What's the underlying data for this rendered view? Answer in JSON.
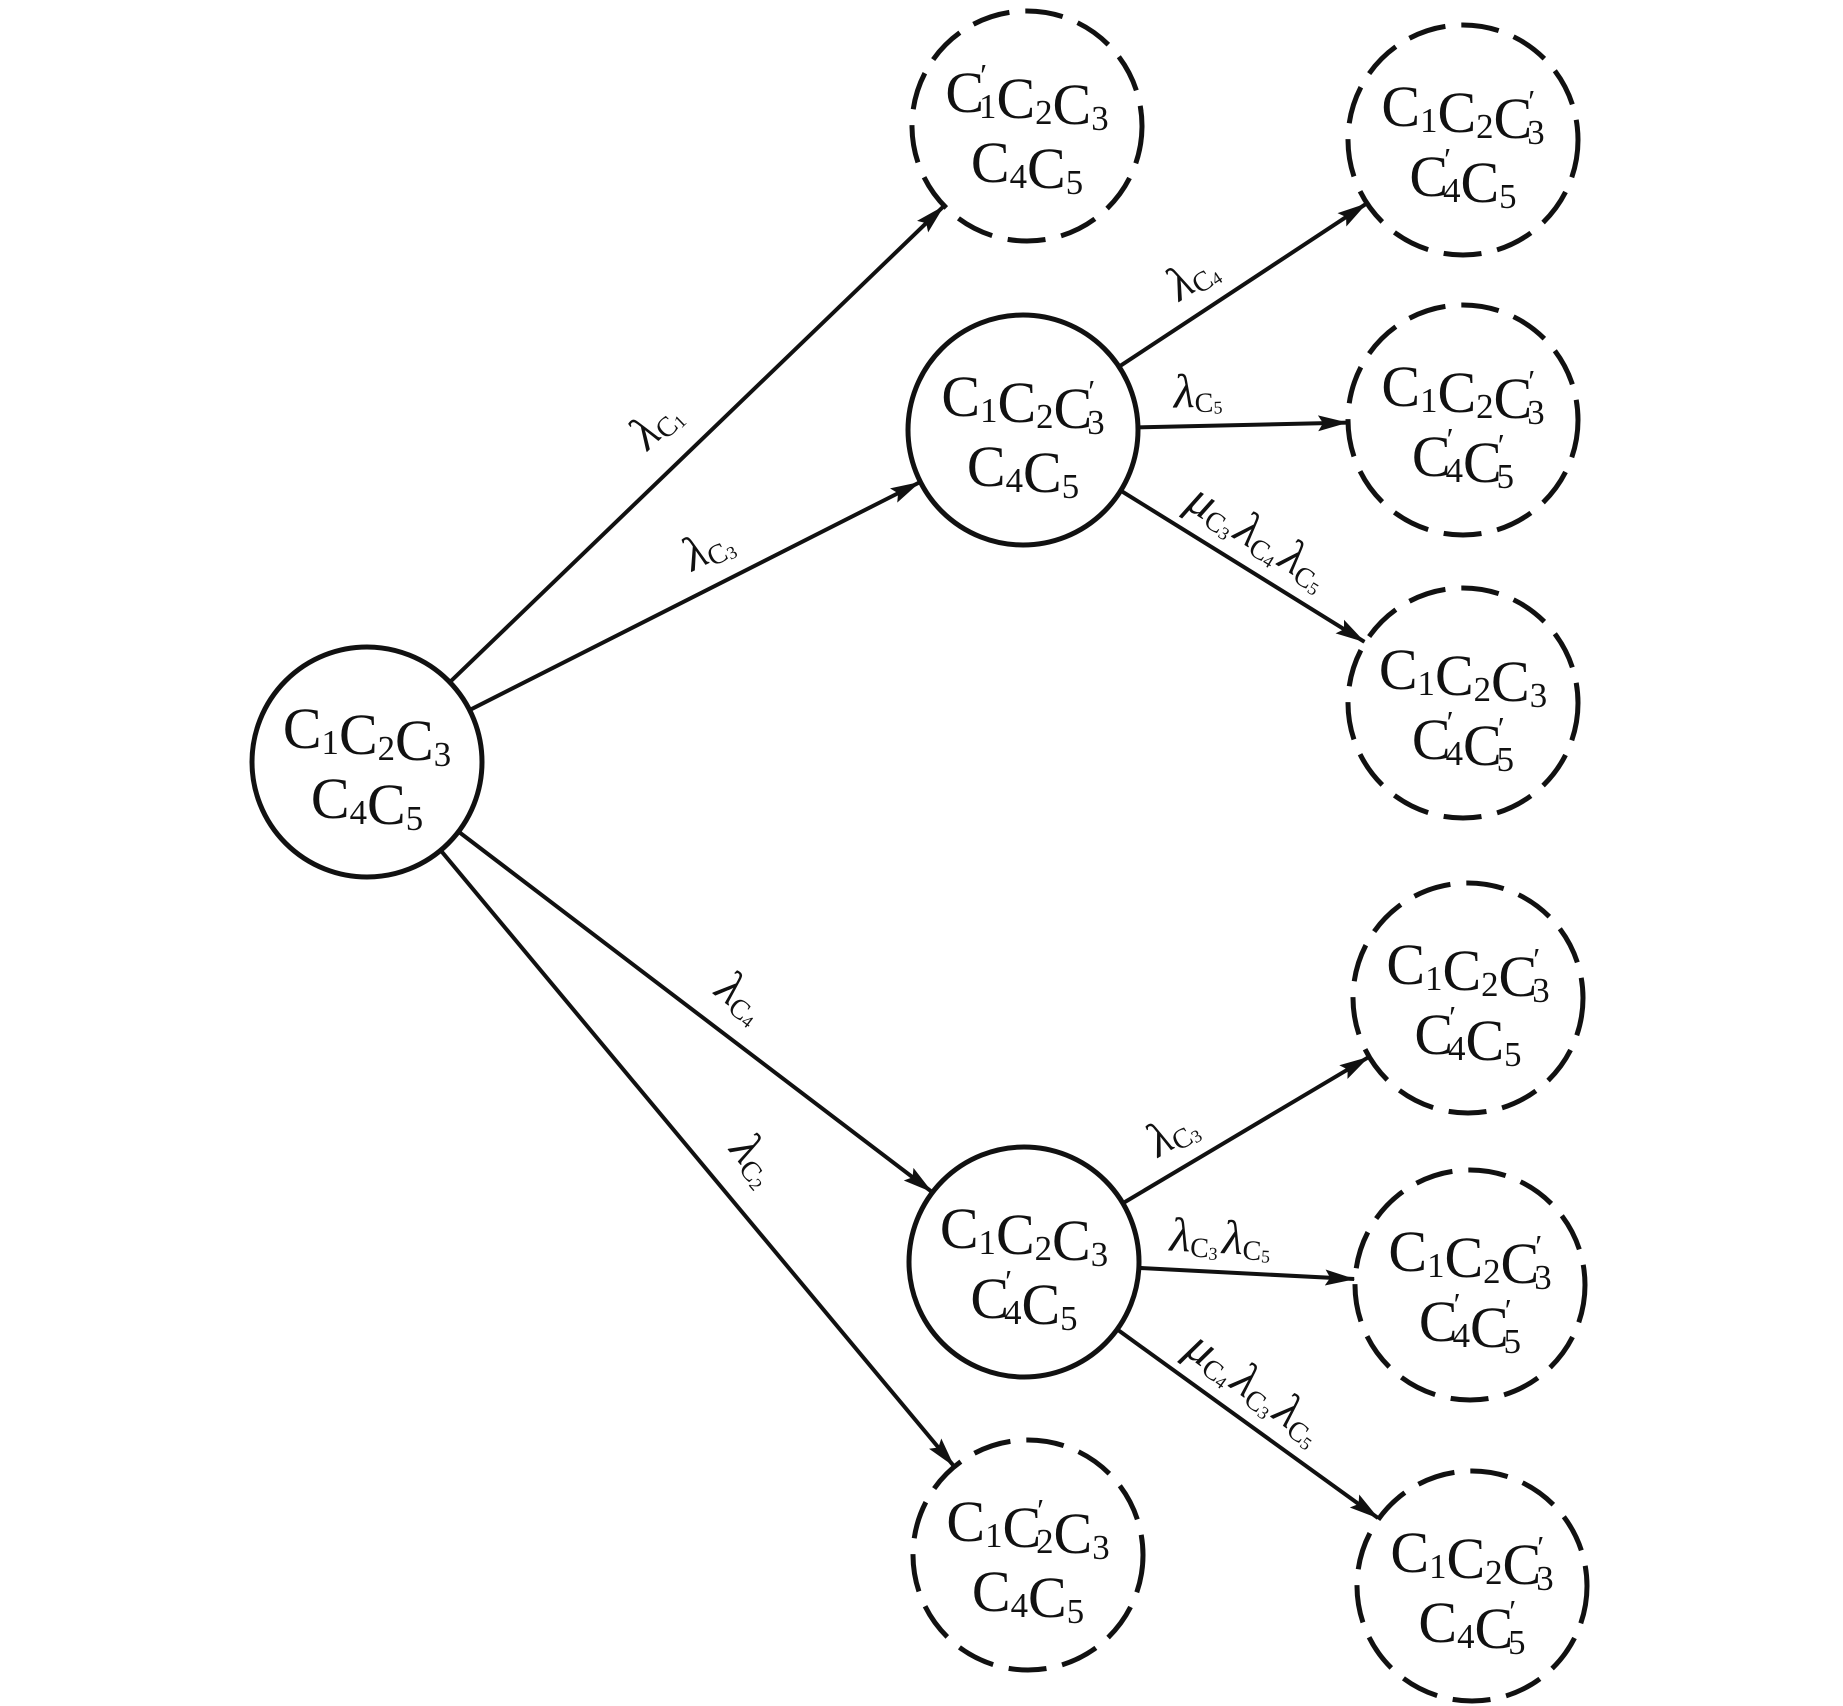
{
  "colors": {
    "stroke": "#111111",
    "background": "#ffffff"
  },
  "nodes": [
    {
      "id": "root",
      "style": "solid",
      "line1": [
        [
          "C",
          "1",
          false
        ],
        [
          "C",
          "2",
          false
        ],
        [
          "C",
          "3",
          false
        ]
      ],
      "line2": [
        [
          "C",
          "4",
          false
        ],
        [
          "C",
          "5",
          false
        ]
      ],
      "text": "C1C2C3 C4C5"
    },
    {
      "id": "m1",
      "style": "dashed",
      "line1": [
        [
          "C",
          "1",
          true
        ],
        [
          "C",
          "2",
          false
        ],
        [
          "C",
          "3",
          false
        ]
      ],
      "line2": [
        [
          "C",
          "4",
          false
        ],
        [
          "C",
          "5",
          false
        ]
      ],
      "text": "C1'C2C3 C4C5"
    },
    {
      "id": "m2",
      "style": "solid",
      "line1": [
        [
          "C",
          "1",
          false
        ],
        [
          "C",
          "2",
          false
        ],
        [
          "C",
          "3",
          true
        ]
      ],
      "line2": [
        [
          "C",
          "4",
          false
        ],
        [
          "C",
          "5",
          false
        ]
      ],
      "text": "C1C2C3' C4C5"
    },
    {
      "id": "m3",
      "style": "solid",
      "line1": [
        [
          "C",
          "1",
          false
        ],
        [
          "C",
          "2",
          false
        ],
        [
          "C",
          "3",
          false
        ]
      ],
      "line2": [
        [
          "C",
          "4",
          true
        ],
        [
          "C",
          "5",
          false
        ]
      ],
      "text": "C1C2C3 C4'C5"
    },
    {
      "id": "m4",
      "style": "dashed",
      "line1": [
        [
          "C",
          "1",
          false
        ],
        [
          "C",
          "2",
          true
        ],
        [
          "C",
          "3",
          false
        ]
      ],
      "line2": [
        [
          "C",
          "4",
          false
        ],
        [
          "C",
          "5",
          false
        ]
      ],
      "text": "C1C2'C3 C4C5"
    },
    {
      "id": "r1",
      "style": "dashed",
      "line1": [
        [
          "C",
          "1",
          false
        ],
        [
          "C",
          "2",
          false
        ],
        [
          "C",
          "3",
          true
        ]
      ],
      "line2": [
        [
          "C",
          "4",
          true
        ],
        [
          "C",
          "5",
          false
        ]
      ],
      "text": "C1C2C3' C4'C5"
    },
    {
      "id": "r2",
      "style": "dashed",
      "line1": [
        [
          "C",
          "1",
          false
        ],
        [
          "C",
          "2",
          false
        ],
        [
          "C",
          "3",
          true
        ]
      ],
      "line2": [
        [
          "C",
          "4",
          true
        ],
        [
          "C",
          "5",
          true
        ]
      ],
      "text": "C1C2C3' C4'C5'"
    },
    {
      "id": "r3",
      "style": "dashed",
      "line1": [
        [
          "C",
          "1",
          false
        ],
        [
          "C",
          "2",
          false
        ],
        [
          "C",
          "3",
          false
        ]
      ],
      "line2": [
        [
          "C",
          "4",
          true
        ],
        [
          "C",
          "5",
          true
        ]
      ],
      "text": "C1C2C3 C4'C5'"
    },
    {
      "id": "r4",
      "style": "dashed",
      "line1": [
        [
          "C",
          "1",
          false
        ],
        [
          "C",
          "2",
          false
        ],
        [
          "C",
          "3",
          true
        ]
      ],
      "line2": [
        [
          "C",
          "4",
          true
        ],
        [
          "C",
          "5",
          false
        ]
      ],
      "text": "C1C2C3' C4'C5"
    },
    {
      "id": "r5",
      "style": "dashed",
      "line1": [
        [
          "C",
          "1",
          false
        ],
        [
          "C",
          "2",
          false
        ],
        [
          "C",
          "3",
          true
        ]
      ],
      "line2": [
        [
          "C",
          "4",
          true
        ],
        [
          "C",
          "5",
          true
        ]
      ],
      "text": "C1C2C3' C4'C5'"
    },
    {
      "id": "r6",
      "style": "dashed",
      "line1": [
        [
          "C",
          "1",
          false
        ],
        [
          "C",
          "2",
          false
        ],
        [
          "C",
          "3",
          true
        ]
      ],
      "line2": [
        [
          "C",
          "4",
          false
        ],
        [
          "C",
          "5",
          true
        ]
      ],
      "text": "C1C2C3' C4C5'"
    }
  ],
  "edges": [
    {
      "from": "root",
      "to": "m1",
      "label": [
        [
          "λ",
          "C",
          "1"
        ]
      ],
      "text": "λC1"
    },
    {
      "from": "root",
      "to": "m2",
      "label": [
        [
          "λ",
          "C",
          "3"
        ]
      ],
      "text": "λC3"
    },
    {
      "from": "root",
      "to": "m3",
      "label": [
        [
          "λ",
          "C",
          "4"
        ]
      ],
      "text": "λC4"
    },
    {
      "from": "root",
      "to": "m4",
      "label": [
        [
          "λ",
          "C",
          "2"
        ]
      ],
      "text": "λC2"
    },
    {
      "from": "m2",
      "to": "r1",
      "label": [
        [
          "λ",
          "C",
          "4"
        ]
      ],
      "text": "λC4"
    },
    {
      "from": "m2",
      "to": "r2",
      "label": [
        [
          "λ",
          "C",
          "5"
        ]
      ],
      "text": "λC5"
    },
    {
      "from": "m2",
      "to": "r3",
      "label": [
        [
          "μ",
          "C",
          "3"
        ],
        [
          "λ",
          "C",
          "4"
        ],
        [
          "λ",
          "C",
          "5"
        ]
      ],
      "text": "μC3λC4λC5"
    },
    {
      "from": "m3",
      "to": "r4",
      "label": [
        [
          "λ",
          "C",
          "3"
        ]
      ],
      "text": "λC3"
    },
    {
      "from": "m3",
      "to": "r5",
      "label": [
        [
          "λ",
          "C",
          "3"
        ],
        [
          "λ",
          "C",
          "5"
        ]
      ],
      "text": "λC3λC5"
    },
    {
      "from": "m3",
      "to": "r6",
      "label": [
        [
          "μ",
          "C",
          "4"
        ],
        [
          "λ",
          "C",
          "3"
        ],
        [
          "λ",
          "C",
          "5"
        ]
      ],
      "text": "μC4λC3λC5"
    }
  ]
}
